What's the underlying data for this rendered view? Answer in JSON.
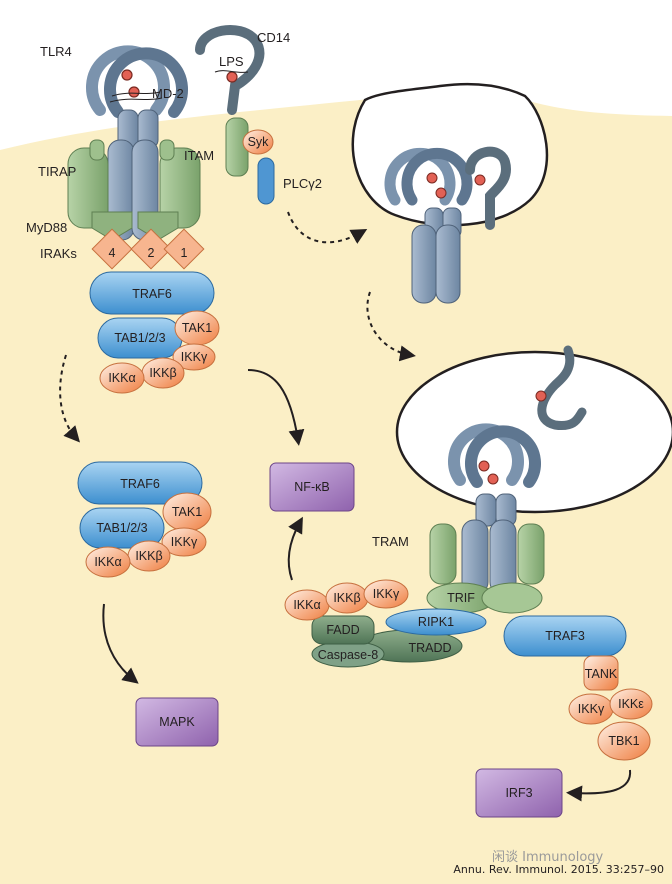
{
  "labels": {
    "tlr4": "TLR4",
    "md2": "MD-2",
    "lps": "LPS",
    "cd14": "CD14",
    "tirap": "TIRAP",
    "itam": "ITAM",
    "syk": "Syk",
    "plcg2": "PLCγ2",
    "myd88": "MyD88",
    "iraks": "IRAKs",
    "irak4": "4",
    "irak2": "2",
    "irak1": "1",
    "traf6_top": "TRAF6",
    "tab_top": "TAB1/2/3",
    "tak1_top": "TAK1",
    "ikkg_top": "IKKγ",
    "ikkb_top": "IKKβ",
    "ikka_top": "IKKα",
    "traf6_mid": "TRAF6",
    "tab_mid": "TAB1/2/3",
    "tak1_mid": "TAK1",
    "ikkg_mid": "IKKγ",
    "ikkb_mid": "IKKβ",
    "ikka_mid": "IKKα",
    "nfkb": "NF-κB",
    "mapk": "MAPK",
    "tram": "TRAM",
    "trif": "TRIF",
    "ripk1": "RIPK1",
    "fadd": "FADD",
    "tradd": "TRADD",
    "caspase8": "Caspase-8",
    "ikka_bot": "IKKα",
    "ikkb_bot": "IKKβ",
    "ikkg_bot": "IKKγ",
    "traf3": "TRAF3",
    "tank": "TANK",
    "ikkg_tbk": "IKKγ",
    "ikke": "IKKε",
    "tbk1": "TBK1",
    "irf3": "IRF3"
  },
  "citation": "Annu. Rev. Immunol. 2015. 33:257–90",
  "watermark": "闲谈 Immunology",
  "colors": {
    "cytoplasm": "#fbefc6",
    "receptor": "#7b93ad",
    "green": "#8fb27f",
    "orange": "#f08c5a",
    "blue": "#5da6dc",
    "purple": "#a77fbf",
    "dark": "#5b6e7c"
  }
}
